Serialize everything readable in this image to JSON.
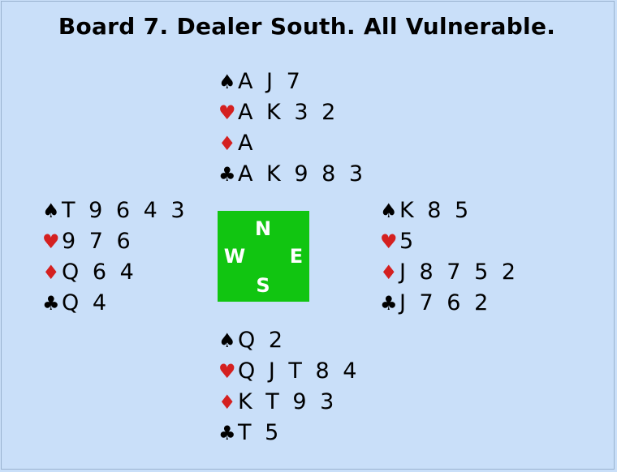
{
  "title": "Board 7. Dealer South. All Vulnerable.",
  "colors": {
    "background": "#c9dff9",
    "red_suit": "#d42020",
    "black_suit": "#000000",
    "compass_bg": "#11c511"
  },
  "compass": {
    "n": "N",
    "e": "E",
    "s": "S",
    "w": "W"
  },
  "symbols": {
    "spades": "♠",
    "hearts": "♥",
    "diamonds": "♦",
    "clubs": "♣"
  },
  "hands": {
    "north": {
      "spades": "A J 7",
      "hearts": "A K 3 2",
      "diamonds": "A",
      "clubs": "A K 9 8 3"
    },
    "west": {
      "spades": "T 9 6 4 3",
      "hearts": "9 7 6",
      "diamonds": "Q 6 4",
      "clubs": "Q 4"
    },
    "east": {
      "spades": "K 8 5",
      "hearts": "5",
      "diamonds": "J 8 7 5 2",
      "clubs": "J 7 6 2"
    },
    "south": {
      "spades": "Q 2",
      "hearts": "Q J T 8 4",
      "diamonds": "K T 9 3",
      "clubs": "T 5"
    }
  }
}
